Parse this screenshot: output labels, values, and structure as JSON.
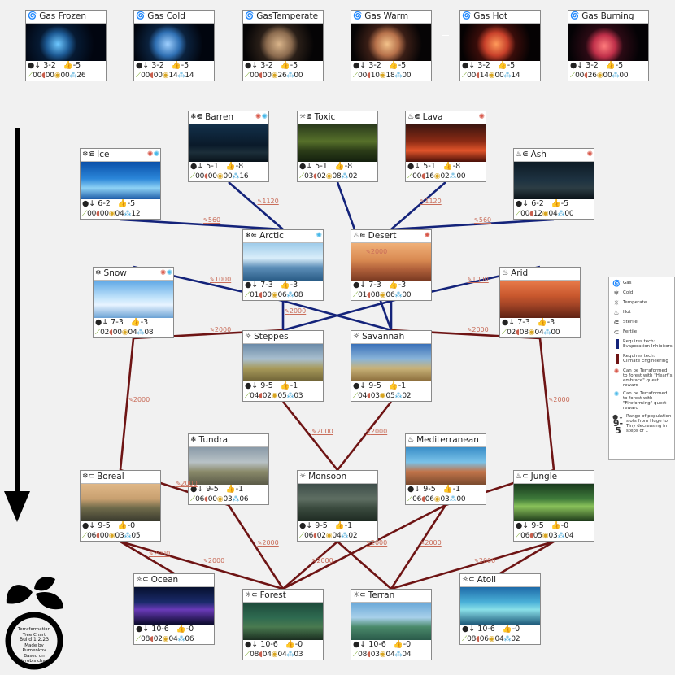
{
  "colors": {
    "blue_edge": "#14237a",
    "red_edge": "#6e1414",
    "green": "#7aaa2c",
    "meat": "#c9604e",
    "ore": "#d8a520",
    "water": "#47a8d9",
    "like": "#d455c9",
    "cost": "#c96d5a"
  },
  "cards": [
    {
      "id": "gas-frozen",
      "title": "Gas Frozen",
      "icon": "gas-icon",
      "pop": "3-2",
      "like": "-5",
      "res": [
        "00",
        "00",
        "00",
        "26"
      ],
      "tf": null
    },
    {
      "id": "gas-cold",
      "title": "Gas Cold",
      "icon": "gas-icon",
      "pop": "3-2",
      "like": "-5",
      "res": [
        "00",
        "00",
        "14",
        "14"
      ],
      "tf": null
    },
    {
      "id": "gas-temperate",
      "title": "GasTemperate",
      "icon": "gas-icon",
      "pop": "3-2",
      "like": "-5",
      "res": [
        "00",
        "00",
        "26",
        "00"
      ],
      "tf": null
    },
    {
      "id": "gas-warm",
      "title": "Gas Warm",
      "icon": "gas-icon",
      "pop": "3-2",
      "like": "-5",
      "res": [
        "00",
        "10",
        "18",
        "00"
      ],
      "tf": null
    },
    {
      "id": "gas-hot",
      "title": "Gas Hot",
      "icon": "gas-icon",
      "pop": "3-2",
      "like": "-5",
      "res": [
        "00",
        "14",
        "00",
        "14"
      ],
      "tf": null
    },
    {
      "id": "gas-burning",
      "title": "Gas Burning",
      "icon": "gas-icon",
      "pop": "3-2",
      "like": "-5",
      "res": [
        "00",
        "26",
        "00",
        "00"
      ],
      "tf": null
    },
    {
      "id": "barren",
      "title": "Barren",
      "icon": "cold-icon",
      "sterile": true,
      "pop": "5-1",
      "like": "-8",
      "res": [
        "00",
        "00",
        "00",
        "16"
      ],
      "tf": "both"
    },
    {
      "id": "toxic",
      "title": "Toxic",
      "icon": "temperate-icon",
      "sterile": true,
      "pop": "5-1",
      "like": "-8",
      "res": [
        "03",
        "02",
        "08",
        "02"
      ],
      "tf": null
    },
    {
      "id": "lava",
      "title": "Lava",
      "icon": "hot-icon",
      "sterile": true,
      "pop": "5-1",
      "like": "-8",
      "res": [
        "00",
        "16",
        "02",
        "00"
      ],
      "tf": "hearts"
    },
    {
      "id": "ice",
      "title": "Ice",
      "icon": "cold-icon",
      "sterile": true,
      "pop": "6-2",
      "like": "-5",
      "res": [
        "00",
        "00",
        "04",
        "12"
      ],
      "tf": "both"
    },
    {
      "id": "ash",
      "title": "Ash",
      "icon": "hot-icon",
      "sterile": true,
      "pop": "6-2",
      "like": "-5",
      "res": [
        "00",
        "12",
        "04",
        "00"
      ],
      "tf": "hearts"
    },
    {
      "id": "arctic",
      "title": "Arctic",
      "icon": "cold-icon",
      "sterile": true,
      "pop": "7-3",
      "like": "-3",
      "res": [
        "01",
        "00",
        "06",
        "08"
      ],
      "tf": "fire"
    },
    {
      "id": "desert",
      "title": "Desert",
      "icon": "hot-icon",
      "sterile": true,
      "pop": "7-3",
      "like": "-3",
      "res": [
        "01",
        "08",
        "06",
        "00"
      ],
      "tf": "hearts"
    },
    {
      "id": "snow",
      "title": "Snow",
      "icon": "cold-icon",
      "pop": "7-3",
      "like": "-3",
      "res": [
        "02",
        "00",
        "04",
        "08"
      ],
      "tf": "both"
    },
    {
      "id": "arid",
      "title": "Arid",
      "icon": "hot-icon",
      "pop": "7-3",
      "like": "-3",
      "res": [
        "02",
        "08",
        "04",
        "00"
      ],
      "tf": null
    },
    {
      "id": "steppes",
      "title": "Steppes",
      "icon": "temperate-icon",
      "pop": "9-5",
      "like": "-1",
      "res": [
        "04",
        "02",
        "05",
        "03"
      ],
      "tf": null
    },
    {
      "id": "savannah",
      "title": "Savannah",
      "icon": "temperate-icon",
      "pop": "9-5",
      "like": "-1",
      "res": [
        "04",
        "03",
        "05",
        "02"
      ],
      "tf": null
    },
    {
      "id": "tundra",
      "title": "Tundra",
      "icon": "cold-icon",
      "pop": "9-5",
      "like": "-1",
      "res": [
        "06",
        "00",
        "03",
        "06"
      ],
      "tf": null
    },
    {
      "id": "mediterranean",
      "title": "Mediterranean",
      "icon": "hot-icon",
      "pop": "9-5",
      "like": "-1",
      "res": [
        "06",
        "06",
        "03",
        "00"
      ],
      "tf": null
    },
    {
      "id": "boreal",
      "title": "Boreal",
      "icon": "cold-icon",
      "fertile": true,
      "pop": "9-5",
      "like": "-0",
      "res": [
        "06",
        "00",
        "03",
        "05"
      ],
      "tf": null
    },
    {
      "id": "monsoon",
      "title": "Monsoon",
      "icon": "temperate-icon",
      "pop": "9-5",
      "like": "-1",
      "res": [
        "06",
        "02",
        "04",
        "02"
      ],
      "tf": null
    },
    {
      "id": "jungle",
      "title": "Jungle",
      "icon": "hot-icon",
      "fertile": true,
      "pop": "9-5",
      "like": "-0",
      "res": [
        "06",
        "05",
        "03",
        "04"
      ],
      "tf": null
    },
    {
      "id": "ocean",
      "title": "Ocean",
      "icon": "temperate-icon",
      "fertile": true,
      "pop": "10-6",
      "like": "-0",
      "res": [
        "08",
        "02",
        "04",
        "06"
      ],
      "tf": null
    },
    {
      "id": "forest",
      "title": "Forest",
      "icon": "temperate-icon",
      "fertile": true,
      "pop": "10-6",
      "like": "-0",
      "res": [
        "08",
        "04",
        "04",
        "03"
      ],
      "tf": null
    },
    {
      "id": "terran",
      "title": "Terran",
      "icon": "temperate-icon",
      "fertile": true,
      "pop": "10-6",
      "like": "-0",
      "res": [
        "08",
        "03",
        "04",
        "04"
      ],
      "tf": null
    },
    {
      "id": "atoll",
      "title": "Atoll",
      "icon": "temperate-icon",
      "fertile": true,
      "pop": "10-6",
      "like": "-0",
      "res": [
        "08",
        "06",
        "04",
        "02"
      ],
      "tf": null
    }
  ],
  "edges": [
    {
      "from": "ice",
      "to": "arctic",
      "type": "evaporation",
      "cost": "560"
    },
    {
      "from": "barren",
      "to": "arctic",
      "type": "evaporation",
      "cost": "1120"
    },
    {
      "from": "toxic",
      "to": "savannah",
      "type": "evaporation",
      "cost": "2000"
    },
    {
      "from": "lava",
      "to": "desert",
      "type": "evaporation",
      "cost": "1120"
    },
    {
      "from": "ash",
      "to": "desert",
      "type": "evaporation",
      "cost": "560"
    },
    {
      "from": "snow",
      "to": "arctic",
      "type": "evaporation",
      "cost": "1000"
    },
    {
      "from": "desert",
      "to": "arid",
      "type": "evaporation",
      "cost": "1000"
    },
    {
      "from": "arctic",
      "to": "steppes",
      "type": "evaporation",
      "cost": "2000"
    },
    {
      "from": "desert",
      "to": "savannah",
      "type": "evaporation",
      "cost": ""
    },
    {
      "from": "arctic",
      "to": "savannah",
      "type": "evaporation",
      "cost": ""
    },
    {
      "from": "desert",
      "to": "steppes",
      "type": "evaporation",
      "cost": ""
    },
    {
      "from": "snow",
      "to": "steppes",
      "type": "climate",
      "cost": "2000"
    },
    {
      "from": "arid",
      "to": "savannah",
      "type": "climate",
      "cost": "2000"
    },
    {
      "from": "snow",
      "to": "boreal",
      "type": "climate",
      "cost": "2000"
    },
    {
      "from": "arid",
      "to": "jungle",
      "type": "climate",
      "cost": "2000"
    },
    {
      "from": "steppes",
      "to": "monsoon",
      "type": "climate",
      "cost": "2000"
    },
    {
      "from": "savannah",
      "to": "monsoon",
      "type": "climate",
      "cost": "2000"
    },
    {
      "from": "tundra",
      "to": "boreal",
      "type": "climate",
      "cost": "2000"
    },
    {
      "from": "mediterranean",
      "to": "jungle",
      "type": "climate",
      "cost": ""
    },
    {
      "from": "boreal",
      "to": "ocean",
      "type": "climate",
      "cost": "2000"
    },
    {
      "from": "boreal",
      "to": "forest",
      "type": "climate",
      "cost": "2000"
    },
    {
      "from": "tundra",
      "to": "forest",
      "type": "climate",
      "cost": "2000"
    },
    {
      "from": "monsoon",
      "to": "forest",
      "type": "climate",
      "cost": "2000"
    },
    {
      "from": "monsoon",
      "to": "terran",
      "type": "climate",
      "cost": ""
    },
    {
      "from": "mediterranean",
      "to": "forest",
      "type": "climate",
      "cost": "2000"
    },
    {
      "from": "mediterranean",
      "to": "terran",
      "type": "climate",
      "cost": "2000"
    },
    {
      "from": "jungle",
      "to": "terran",
      "type": "climate",
      "cost": "2000"
    },
    {
      "from": "jungle",
      "to": "atoll",
      "type": "climate",
      "cost": ""
    }
  ],
  "legend": {
    "gas": "Gas",
    "cold": "Cold",
    "temperate": "Temperate",
    "hot": "Hot",
    "sterile": "Sterile",
    "fertile": "Fertile",
    "evaporation": "Requires tech:\nEvaporation Inhibitors",
    "climate": "Requires tech:\nClimate Engineering",
    "hearts": "Can be Terraformed to forest with \"Heart's embrace\" quest reward",
    "fire": "Can be Terraformed to forest with \"Fireforming\" quest reward",
    "pop_example": "9-5",
    "pop": "Range of population slots from Huge to Tiny decreasing in steps of 1"
  },
  "logo": {
    "title": "Terraformation Tree Chart",
    "build": "Build 1.2.23",
    "credit1": "Made by Rumenkov",
    "credit2": "Based on",
    "credit3": "Cyrob's chart"
  }
}
